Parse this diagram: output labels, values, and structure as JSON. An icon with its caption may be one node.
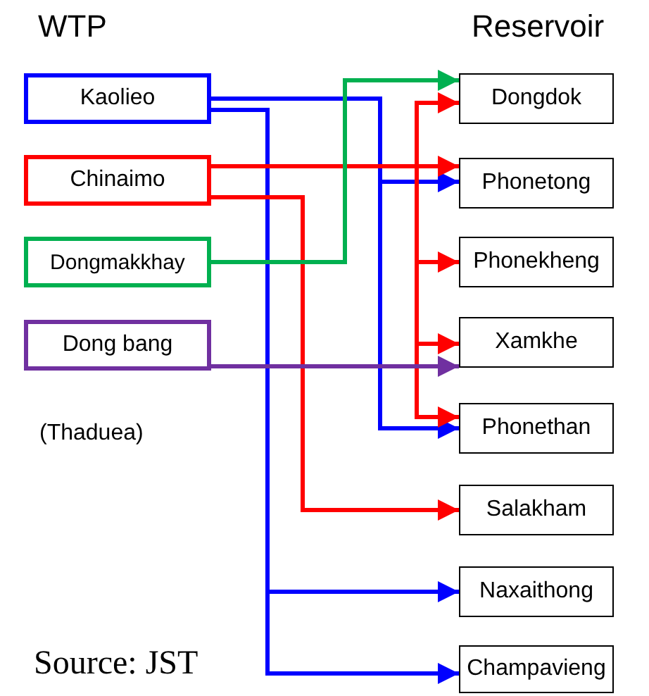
{
  "diagram": {
    "nodes": [
      {
        "text": [
          "Kaolieo"
        ]
      },
      {
        "text": [
          "Chinaimo"
        ]
      },
      {
        "text": [
          "Dongmakkhay"
        ]
      },
      {
        "text": [
          "Dong bang"
        ]
      },
      {
        "text": [
          "Dongdok"
        ]
      },
      {
        "text": [
          "Phonetong"
        ]
      },
      {
        "text": [
          "Phonekheng"
        ]
      },
      {
        "text": [
          "Xamkhe"
        ]
      },
      {
        "text": [
          "Phonethan"
        ]
      },
      {
        "text": [
          "Salakham"
        ]
      },
      {
        "text": [
          "Naxaithong"
        ]
      },
      {
        "text": [
          "Champavieng"
        ]
      }
    ],
    "edges": [
      {
        "from": 0,
        "to": 5,
        "arrow": "to",
        "color": "#0000ff"
      },
      {
        "from": 0,
        "to": 8,
        "arrow": "to",
        "color": "#0000ff"
      },
      {
        "from": 0,
        "to": 10,
        "arrow": "to",
        "color": "#0000ff"
      },
      {
        "from": 0,
        "to": 11,
        "arrow": "to",
        "color": "#0000ff"
      },
      {
        "from": 1,
        "to": 4,
        "arrow": "to",
        "color": "#ff0000"
      },
      {
        "from": 1,
        "to": 5,
        "arrow": "to",
        "color": "#ff0000"
      },
      {
        "from": 1,
        "to": 6,
        "arrow": "to",
        "color": "#ff0000"
      },
      {
        "from": 1,
        "to": 7,
        "arrow": "to",
        "color": "#ff0000"
      },
      {
        "from": 1,
        "to": 8,
        "arrow": "to",
        "color": "#ff0000"
      },
      {
        "from": 1,
        "to": 9,
        "arrow": "to",
        "color": "#ff0000"
      },
      {
        "from": 2,
        "to": 4,
        "arrow": "to",
        "color": "#00b050"
      },
      {
        "from": 3,
        "to": 7,
        "arrow": "to",
        "color": "#7030a0"
      }
    ],
    "labels": [
      "WTP",
      "Reservoir",
      "(Thaduea)",
      "Source: JST"
    ]
  }
}
